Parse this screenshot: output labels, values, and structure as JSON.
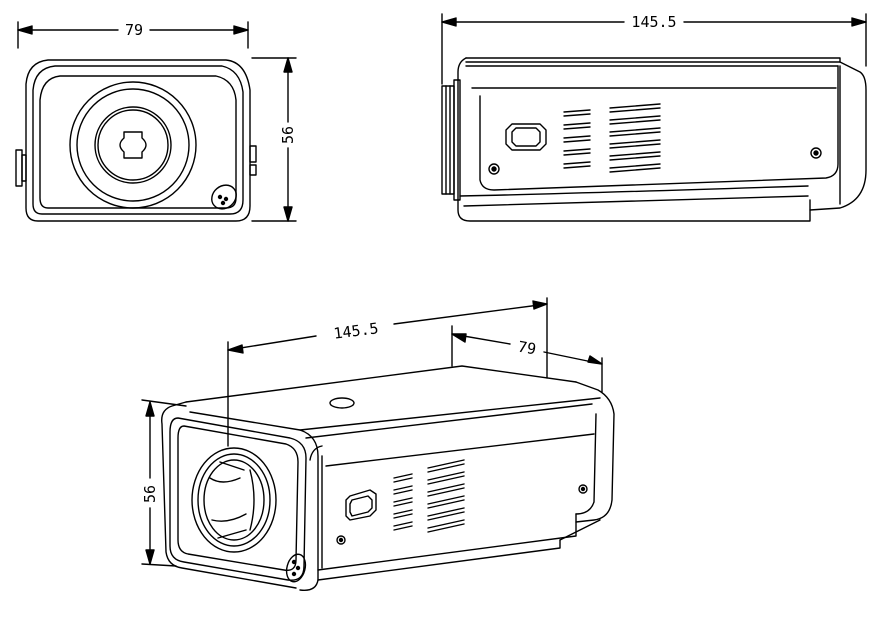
{
  "colors": {
    "line": "#000000",
    "background": "#ffffff"
  },
  "views": {
    "front": {
      "width_label": "79",
      "height_label": "56"
    },
    "side": {
      "length_label": "145.5"
    },
    "iso": {
      "length_label": "145.5",
      "width_label": "79",
      "height_label": "56"
    }
  }
}
